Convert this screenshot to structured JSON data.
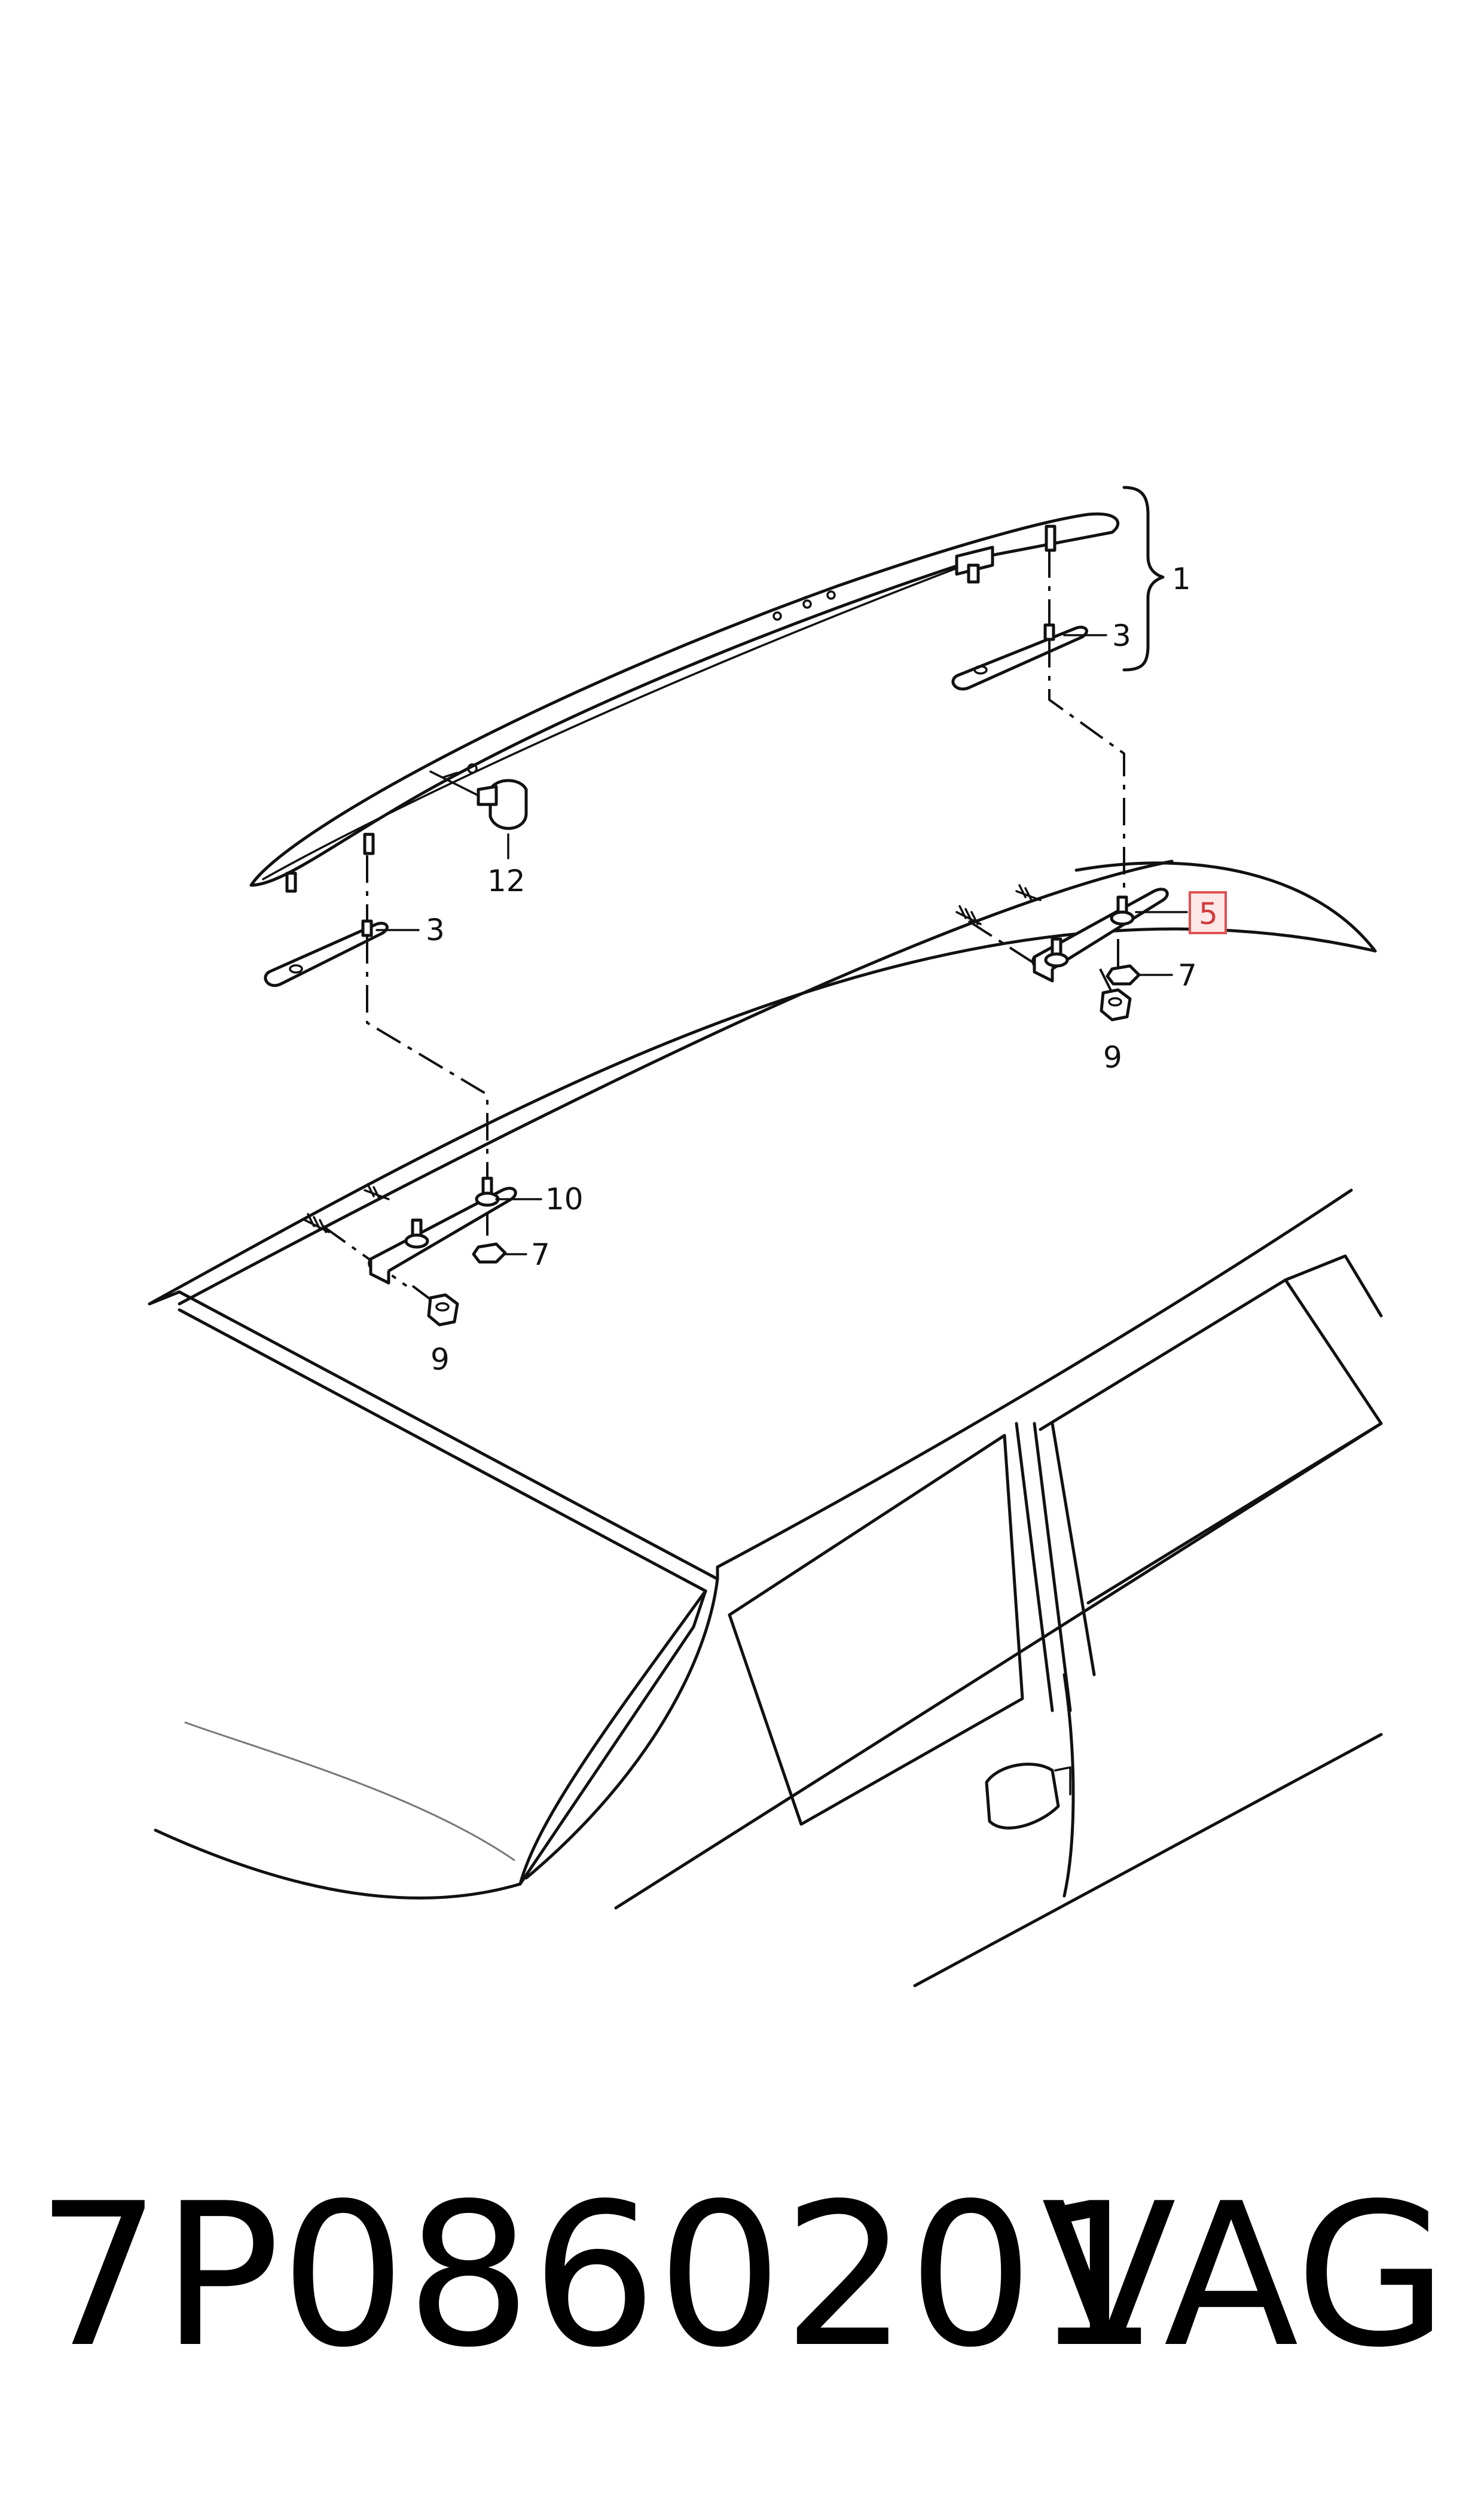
{
  "diagram": {
    "callouts": {
      "c1": "1",
      "c3_right": "3",
      "c3_left": "3",
      "c5": "5",
      "c7_right": "7",
      "c7_left": "7",
      "c9_right": "9",
      "c9_left": "9",
      "c10": "10",
      "c12": "12"
    },
    "highlight_color": "#e05050"
  },
  "footer": {
    "part_number": "7P0860201",
    "brand": "VAG"
  }
}
